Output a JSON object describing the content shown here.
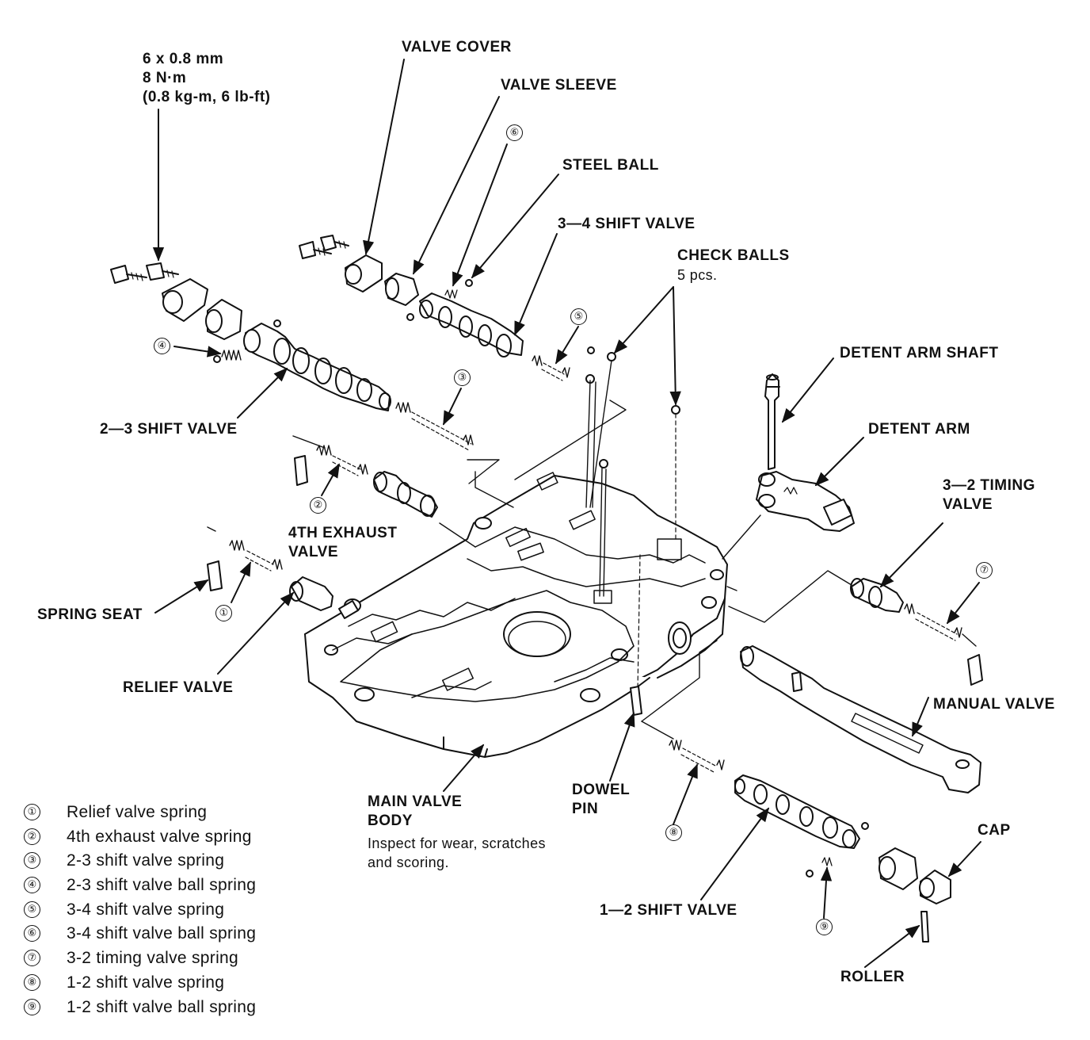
{
  "labels": {
    "bolt_spec_line1": "6 x 0.8 mm",
    "bolt_spec_line2": "8 N·m",
    "bolt_spec_line3": "(0.8 kg-m, 6 lb-ft)",
    "valve_cover": "VALVE COVER",
    "valve_sleeve": "VALVE SLEEVE",
    "steel_ball": "STEEL BALL",
    "shift_valve_34": "3—4 SHIFT VALVE",
    "check_balls": "CHECK BALLS",
    "check_balls_count": "5 pcs.",
    "detent_arm_shaft": "DETENT ARM SHAFT",
    "detent_arm": "DETENT ARM",
    "timing_valve_32_line1": "3—2 TIMING",
    "timing_valve_32_line2": "VALVE",
    "shift_valve_23": "2—3 SHIFT VALVE",
    "exhaust_valve_4th_line1": "4TH EXHAUST",
    "exhaust_valve_4th_line2": "VALVE",
    "spring_seat": "SPRING SEAT",
    "relief_valve": "RELIEF VALVE",
    "manual_valve": "MANUAL VALVE",
    "main_valve_body_line1": "MAIN VALVE",
    "main_valve_body_line2": "BODY",
    "main_valve_body_note_line1": "Inspect for wear, scratches",
    "main_valve_body_note_line2": "and scoring.",
    "dowel_pin_line1": "DOWEL",
    "dowel_pin_line2": "PIN",
    "shift_valve_12": "1—2 SHIFT VALVE",
    "cap": "CAP",
    "roller": "ROLLER"
  },
  "callouts": [
    "①",
    "②",
    "③",
    "④",
    "⑤",
    "⑥",
    "⑦",
    "⑧",
    "⑨"
  ],
  "legend": [
    {
      "num": "①",
      "text": "Relief valve spring"
    },
    {
      "num": "②",
      "text": "4th exhaust valve spring"
    },
    {
      "num": "③",
      "text": "2-3 shift valve spring"
    },
    {
      "num": "④",
      "text": "2-3 shift valve ball spring"
    },
    {
      "num": "⑤",
      "text": "3-4 shift valve spring"
    },
    {
      "num": "⑥",
      "text": "3-4 shift valve ball spring"
    },
    {
      "num": "⑦",
      "text": "3-2 timing valve spring"
    },
    {
      "num": "⑧",
      "text": "1-2 shift valve spring"
    },
    {
      "num": "⑨",
      "text": "1-2 shift valve ball spring"
    }
  ]
}
